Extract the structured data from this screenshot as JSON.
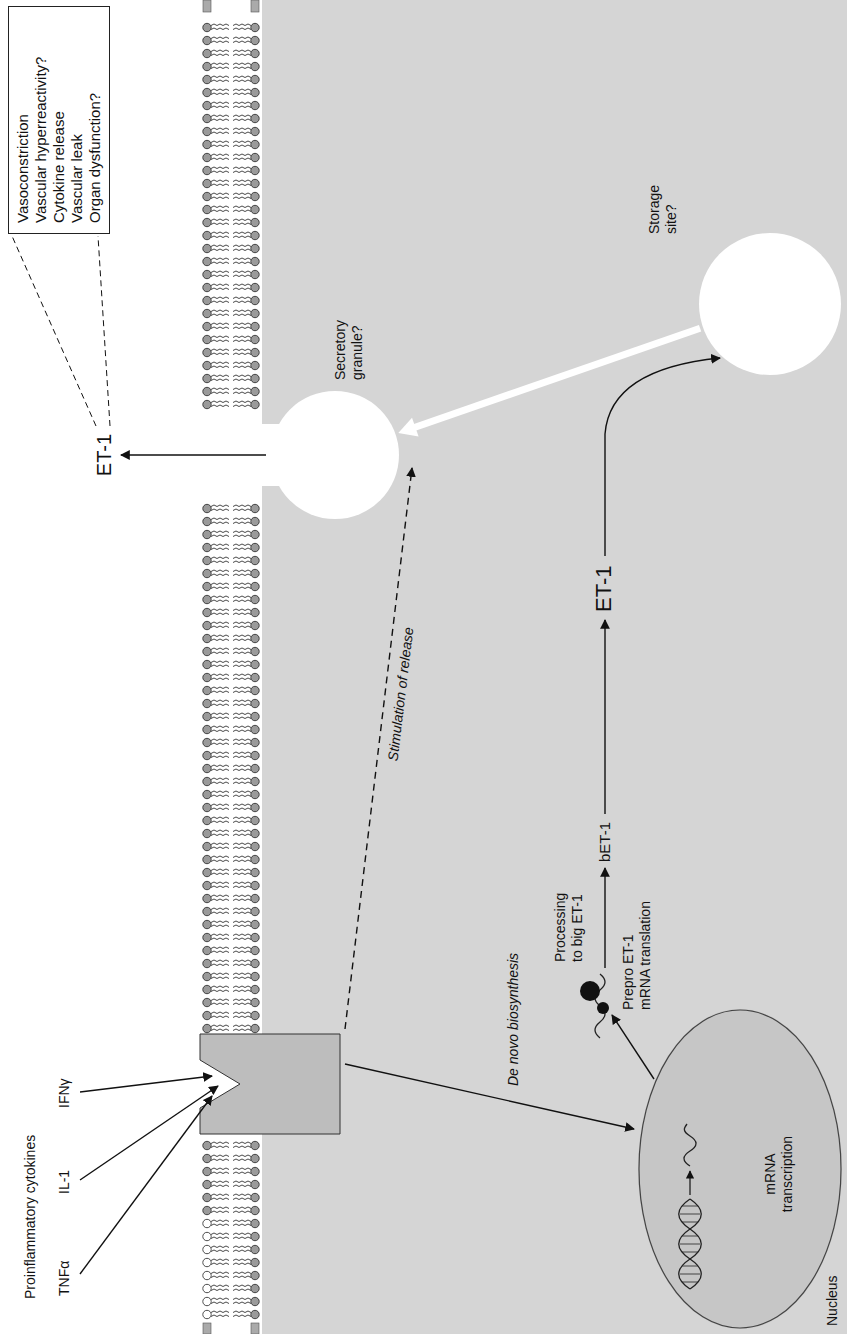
{
  "diagram": {
    "nodes": [
      {
        "text": [
          "Vasoconstriction",
          "Vascular hyperreactivity?",
          "Cytokine release",
          "Vascular leak",
          "Organ dysfunction?"
        ]
      },
      {
        "text": [
          "Secretory granule?"
        ]
      },
      {
        "text": [
          "Storage site?"
        ]
      },
      {
        "text": [
          "Nucleus",
          "mRNA transcription"
        ]
      }
    ],
    "edges": [
      {
        "from": 2,
        "to": 1,
        "arrow": "to"
      }
    ],
    "labels": [
      "Proinflammatory cytokines",
      "TNFα",
      "IL-1",
      "IFNγ",
      "ET-1",
      "Stimulation of release",
      "De novo biosynthesis",
      "Prepro ET-1 mRNA translation",
      "Processing to big ET-1",
      "bET-1",
      "ET-1"
    ]
  }
}
